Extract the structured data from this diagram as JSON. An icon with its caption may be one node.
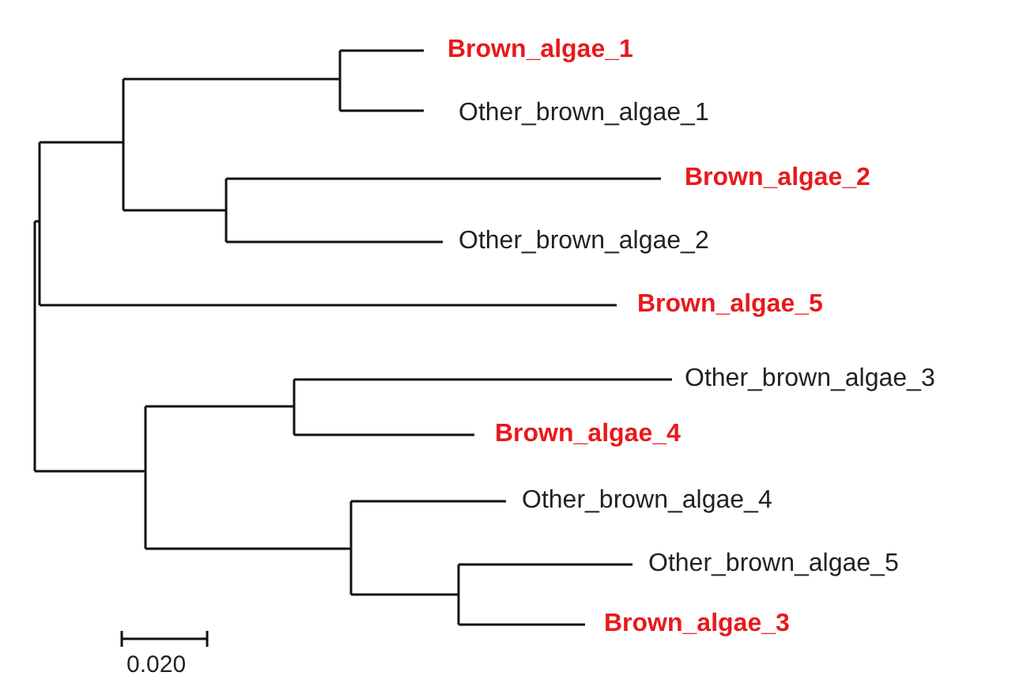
{
  "diagram": {
    "nodes": [
      {
        "text": [
          "Brown_algae_1"
        ]
      },
      {
        "text": [
          "Other_brown_algae_1"
        ]
      },
      {
        "text": [
          "Brown_algae_2"
        ]
      },
      {
        "text": [
          "Other_brown_algae_2"
        ]
      },
      {
        "text": [
          "Brown_algae_5"
        ]
      },
      {
        "text": [
          "Other_brown_algae_3"
        ]
      },
      {
        "text": [
          "Brown_algae_4"
        ]
      },
      {
        "text": [
          "Other_brown_algae_4"
        ]
      },
      {
        "text": [
          "Other_brown_algae_5"
        ]
      },
      {
        "text": [
          "Brown_algae_3"
        ]
      }
    ],
    "labels": [
      "0.020"
    ]
  }
}
